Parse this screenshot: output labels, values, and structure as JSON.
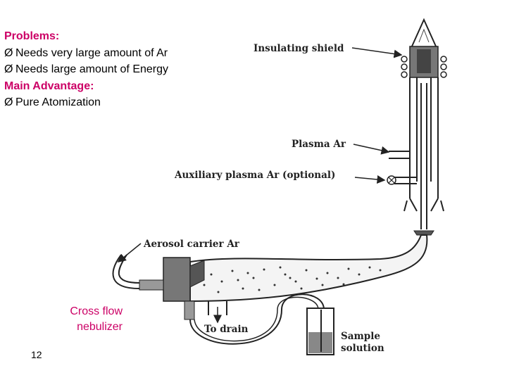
{
  "text": {
    "problems_heading": "Problems:",
    "bullets_problems": [
      "Needs very large amount of Ar",
      "Needs large amount of Energy"
    ],
    "advantage_heading": "Main Advantage:",
    "bullets_advantage": [
      "Pure Atomization"
    ],
    "bullet_glyph": "Ø"
  },
  "nebulizer_label": [
    "Cross flow",
    "nebulizer"
  ],
  "page_number": "12",
  "diagram_labels": {
    "insulating_shield": "Insulating shield",
    "plasma_ar": "Plasma Ar",
    "auxiliary_plasma_ar": "Auxiliary plasma Ar (optional)",
    "aerosol_carrier_ar": "Aerosol carrier Ar",
    "to_drain": "To drain",
    "sample": "Sample",
    "solution": "solution"
  },
  "colors": {
    "accent": "#cc0066",
    "text": "#000000"
  }
}
